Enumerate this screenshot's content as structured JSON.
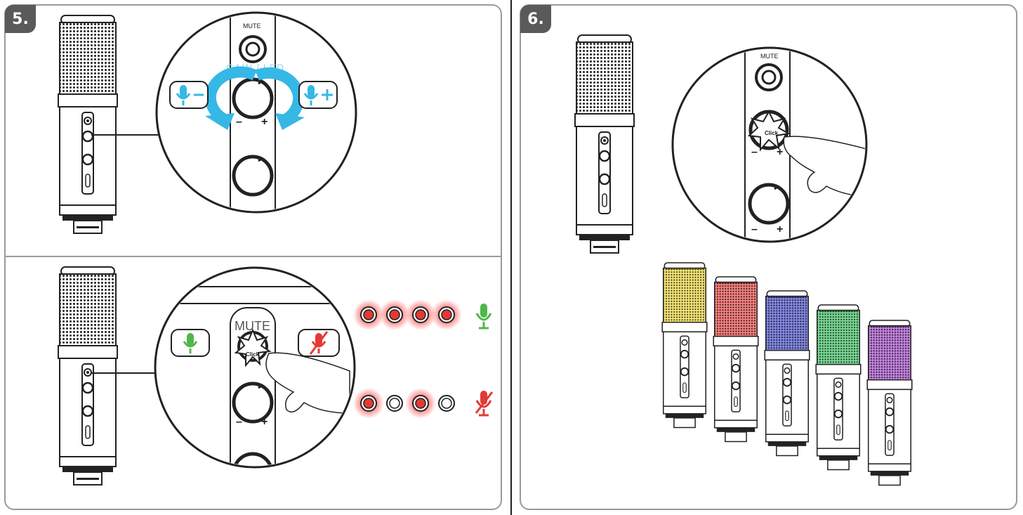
{
  "steps": [
    {
      "number": "5."
    },
    {
      "number": "6."
    }
  ],
  "panel5_top": {
    "knob_label": "MUTE",
    "ring_label": "GAIN / LED",
    "minus": "–",
    "plus": "+"
  },
  "panel5_bottom": {
    "mute_label": "MUTE",
    "click_label": "Click",
    "minus": "–",
    "plus": "+"
  },
  "panel6": {
    "mute_label": "MUTE",
    "click_label": "Click",
    "minus": "–",
    "plus": "+"
  },
  "colors": {
    "gain_blue": "#35b8e6",
    "mic_green": "#4fb848",
    "mute_red": "#e53935",
    "led_colors": [
      "#e8d22a",
      "#e53935",
      "#3b43c9",
      "#2fbf58",
      "#9b3cc4"
    ]
  },
  "led_rows": {
    "unmuted_leds": [
      "on",
      "on",
      "on",
      "on"
    ],
    "muted_leds": [
      "on",
      "off",
      "on",
      "off"
    ]
  }
}
